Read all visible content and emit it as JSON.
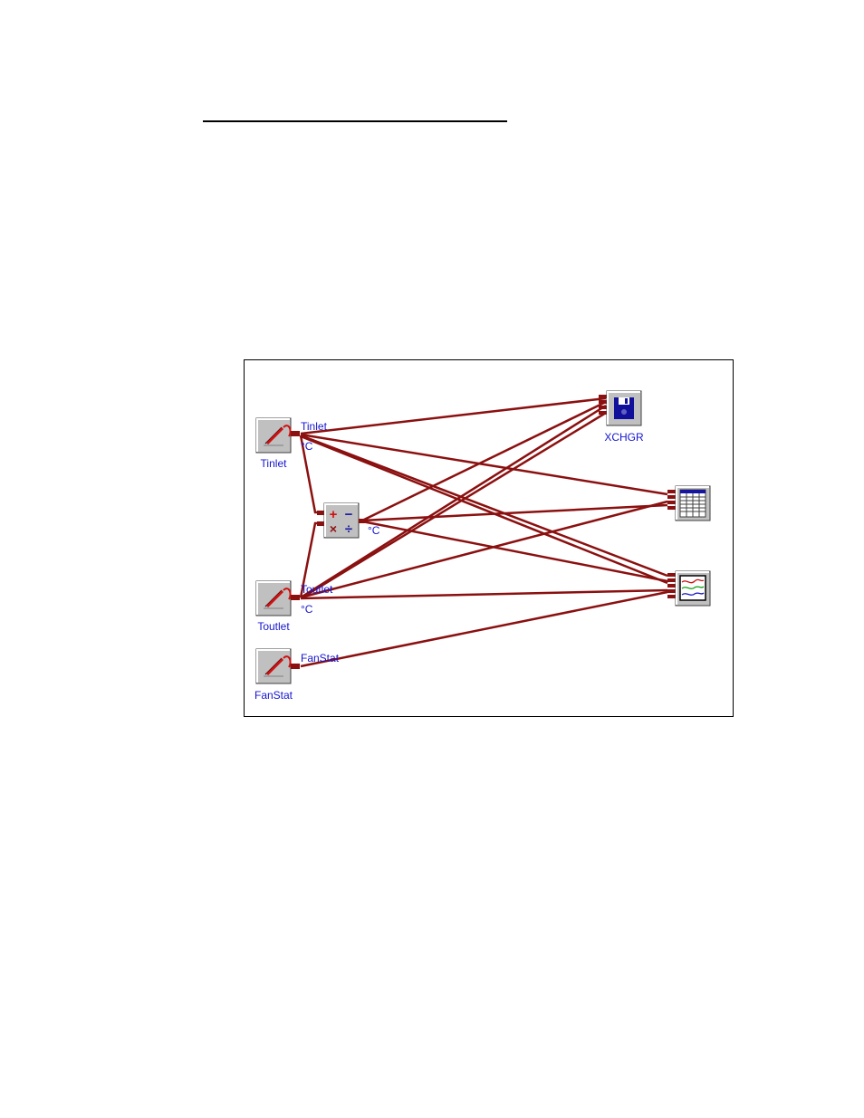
{
  "diagram": {
    "nodes": {
      "tinlet": {
        "label": "Tinlet",
        "port_label": "Tinlet",
        "unit": "°C"
      },
      "toutlet": {
        "label": "Toutlet",
        "port_label": "Toutlet",
        "unit": "°C"
      },
      "fanstat": {
        "label": "FanStat",
        "port_label": "FanStat"
      },
      "calc": {
        "unit": "°C"
      },
      "disk": {
        "label": "XCHGR"
      }
    },
    "colors": {
      "wire": "#8b1010",
      "label": "#1515d0",
      "icon_face": "#c0c0c0"
    },
    "icons": {
      "tinlet": "probe-icon",
      "toutlet": "probe-icon",
      "fanstat": "probe-icon",
      "calc": "calculator-icon",
      "disk": "floppy-disk-icon",
      "table": "table-icon",
      "graph": "graph-icon"
    }
  }
}
